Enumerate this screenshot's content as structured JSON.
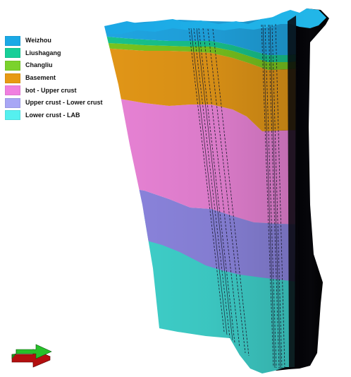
{
  "legend": {
    "items": [
      {
        "label": "Weizhou",
        "color": "#1aa9e6"
      },
      {
        "label": "Liushagang",
        "color": "#16cf98"
      },
      {
        "label": "Changliu",
        "color": "#7bd22c"
      },
      {
        "label": "Basement",
        "color": "#e79a13"
      },
      {
        "label": "bot - Upper crust",
        "color": "#f07fe0"
      },
      {
        "label": "Upper crust - Lower crust",
        "color": "#a8a6f5"
      },
      {
        "label": "Lower crust - LAB",
        "color": "#55f0ef"
      }
    ]
  },
  "colors": {
    "weizhou": "#20a6e3",
    "liushagang": "#18c48c",
    "changliu": "#79c51f",
    "basement": "#e39717",
    "upper_crust": "#e983d6",
    "lower_crust": "#8c85df",
    "lab": "#3fd2cc",
    "side_dark": "#0b0b12",
    "background": "#ffffff"
  },
  "orientation_indicator": {
    "icon": "orientation-arrow-icon"
  }
}
